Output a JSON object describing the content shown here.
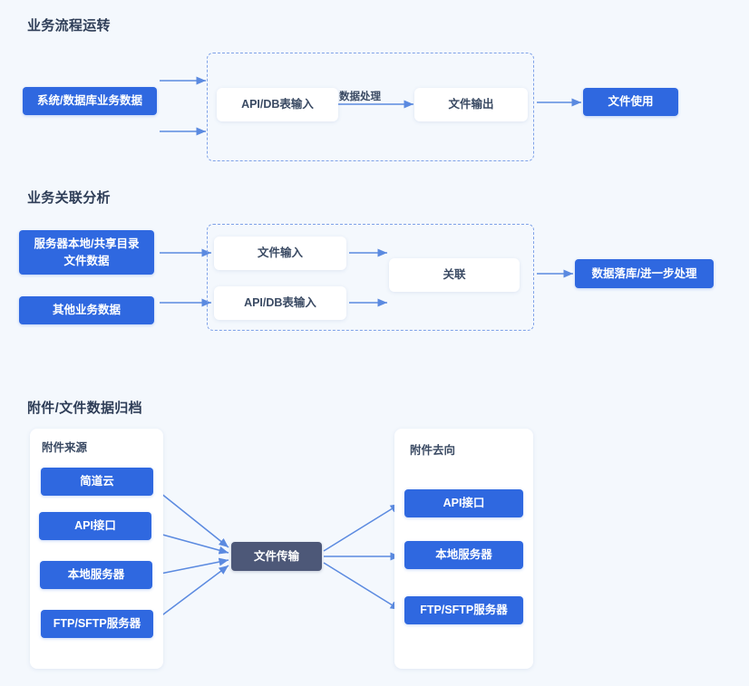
{
  "page": {
    "background_color": "#f4f8fd",
    "accent_blue": "#2f68e0",
    "arrow_blue": "#5b8ae0",
    "dark_node": "#4d5878",
    "title_color": "#2e3d57"
  },
  "sections": [
    {
      "title": "业务流程运转",
      "source_nodes": [
        {
          "label": "系统/数据库业务数据"
        }
      ],
      "group_nodes": [
        {
          "label": "API/DB表输入"
        },
        {
          "label": "文件输出"
        }
      ],
      "edge_labels": [
        {
          "label": "数据处理"
        }
      ],
      "target_nodes": [
        {
          "label": "文件使用"
        }
      ]
    },
    {
      "title": "业务关联分析",
      "source_nodes": [
        {
          "label": "服务器本地/共享目录\n文件数据"
        },
        {
          "label": "其他业务数据"
        }
      ],
      "group_nodes": [
        {
          "label": "文件输入"
        },
        {
          "label": "API/DB表输入"
        },
        {
          "label": "关联"
        }
      ],
      "edge_labels": [],
      "target_nodes": [
        {
          "label": "数据落库/进一步处理"
        }
      ]
    },
    {
      "title": "附件/文件数据归档",
      "source_panel": {
        "title": "附件来源",
        "items": [
          {
            "label": "简道云"
          },
          {
            "label": "API接口"
          },
          {
            "label": "本地服务器"
          },
          {
            "label": "FTP/SFTP服务器"
          }
        ]
      },
      "hub": {
        "label": "文件传输"
      },
      "target_panel": {
        "title": "附件去向",
        "items": [
          {
            "label": "API接口"
          },
          {
            "label": "本地服务器"
          },
          {
            "label": "FTP/SFTP服务器"
          }
        ]
      }
    }
  ]
}
